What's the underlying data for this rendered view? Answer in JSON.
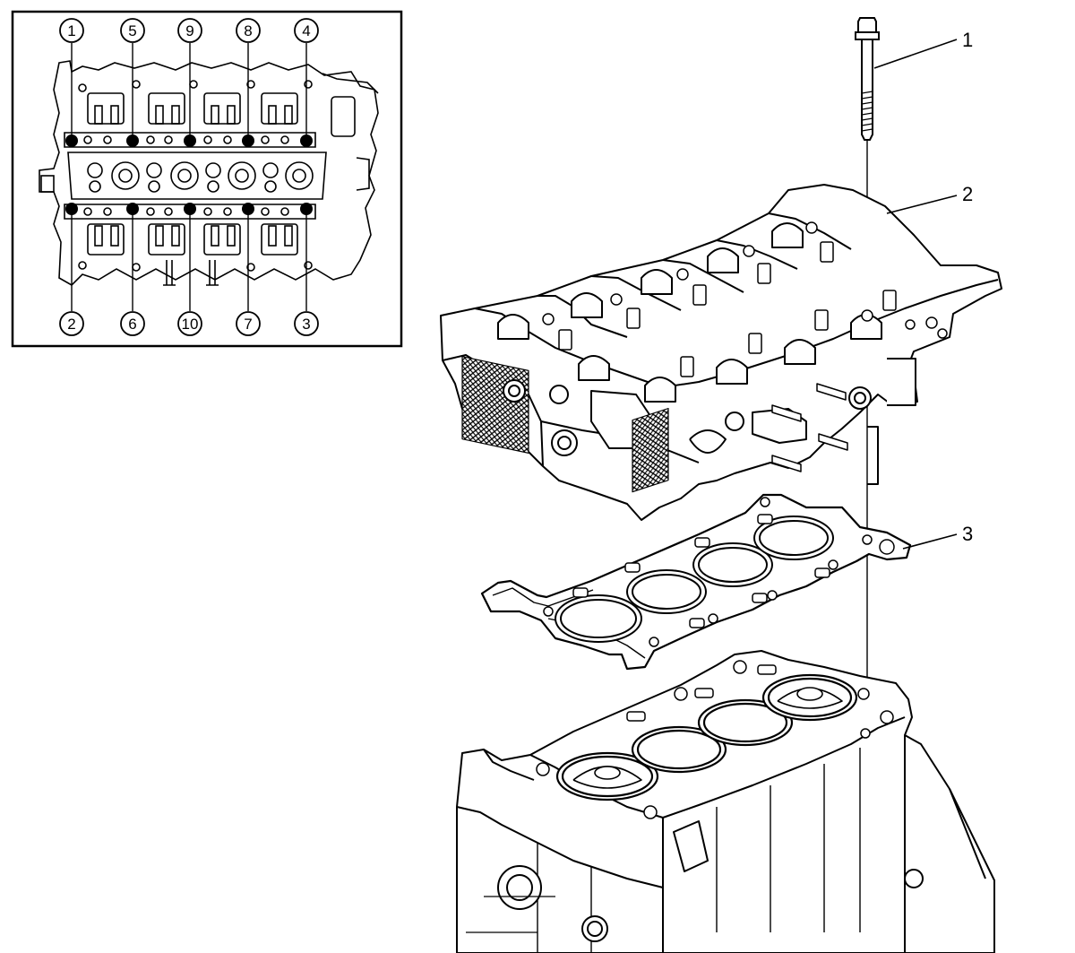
{
  "inset": {
    "top_sequence": [
      "1",
      "5",
      "9",
      "8",
      "4"
    ],
    "bottom_sequence": [
      "2",
      "6",
      "10",
      "7",
      "3"
    ]
  },
  "callouts": [
    {
      "id": "bolt",
      "label": "1"
    },
    {
      "id": "cylinder-head",
      "label": "2"
    },
    {
      "id": "head-gasket",
      "label": "3"
    }
  ]
}
